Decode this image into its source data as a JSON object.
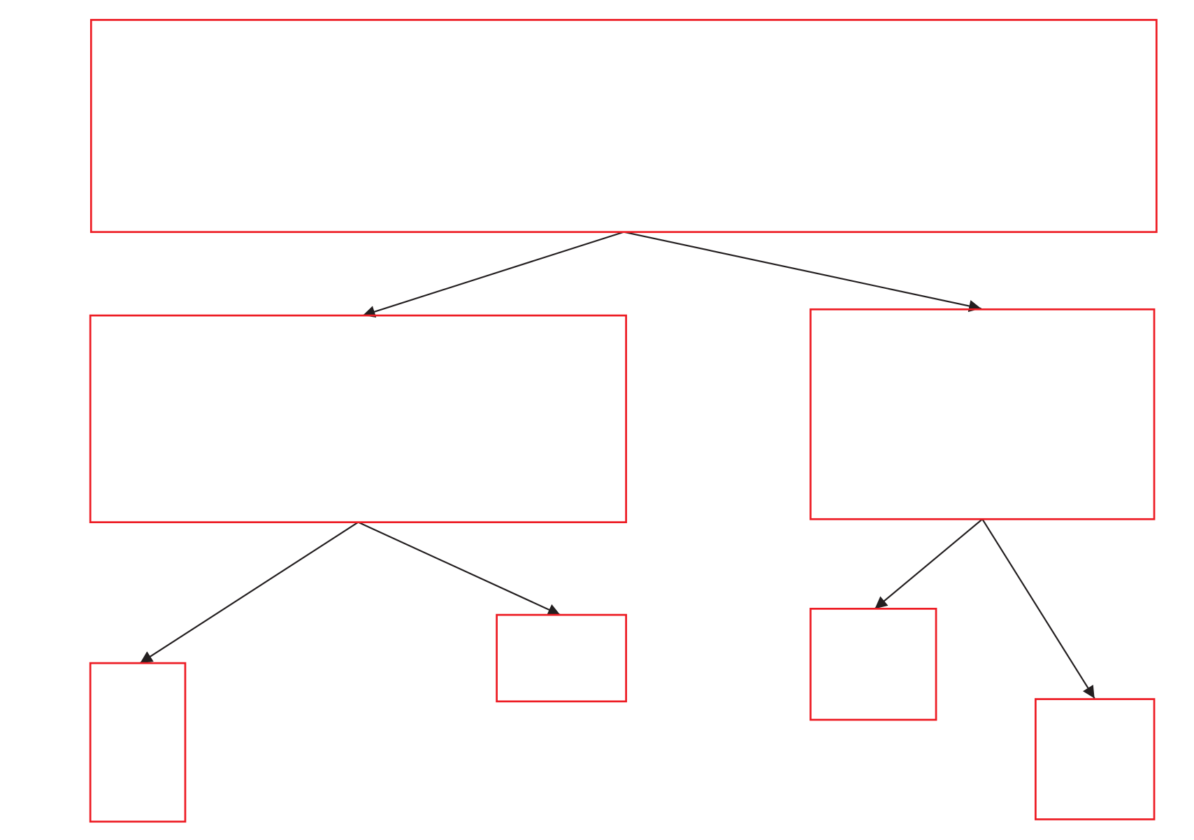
{
  "diagram": {
    "type": "tree",
    "colors": {
      "node_border": "#ed1c24",
      "edge": "#231f20",
      "background": "#ffffff"
    },
    "nodes": [
      {
        "id": "root",
        "label": ""
      },
      {
        "id": "left",
        "label": ""
      },
      {
        "id": "right",
        "label": ""
      },
      {
        "id": "left-left",
        "label": ""
      },
      {
        "id": "left-right",
        "label": ""
      },
      {
        "id": "right-left",
        "label": ""
      },
      {
        "id": "right-right",
        "label": ""
      }
    ],
    "edges": [
      {
        "from": "root",
        "to": "left"
      },
      {
        "from": "root",
        "to": "right"
      },
      {
        "from": "left",
        "to": "left-left"
      },
      {
        "from": "left",
        "to": "left-right"
      },
      {
        "from": "right",
        "to": "right-left"
      },
      {
        "from": "right",
        "to": "right-right"
      }
    ]
  }
}
